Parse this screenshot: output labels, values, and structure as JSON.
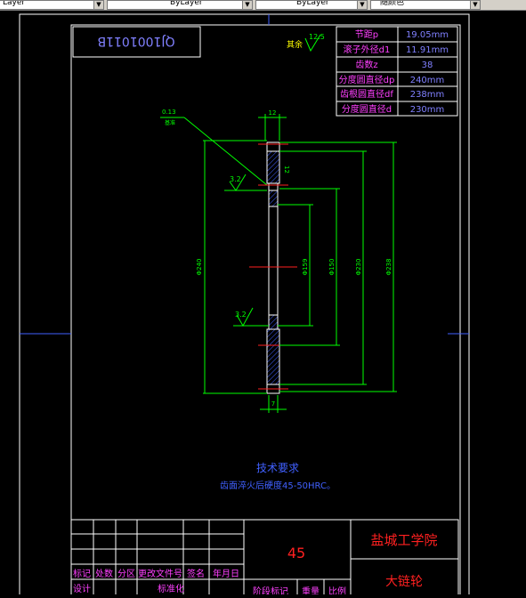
{
  "toolbar": {
    "layer_combo": "Layer",
    "color_combo": "ByLayer",
    "linetype_combo": "ByLayer",
    "lineweight_combo": "随颜色"
  },
  "drawing": {
    "drawing_number": "QJ1001011B",
    "roughness_rest_label": "其余",
    "roughness_rest_value": "12.5",
    "params": [
      {
        "label": "节距p",
        "value": "19.05mm"
      },
      {
        "label": "滚子外径d1",
        "value": "11.91mm"
      },
      {
        "label": "齿数z",
        "value": "38"
      },
      {
        "label": "分度圆直径dp",
        "value": "240mm"
      },
      {
        "label": "齿根圆直径df",
        "value": "238mm"
      },
      {
        "label": "分度圆直径d",
        "value": "230mm"
      }
    ],
    "geo_tol_label": "0.13",
    "geo_tol_ref": "基准",
    "dim_width": "12",
    "dim_hub": "12",
    "dim_bottom": "7",
    "roughness_1": "3.2",
    "roughness_2": "3.2",
    "dia_outer": "Φ240",
    "dia_mid1": "Φ230",
    "dia_mid2": "Φ150",
    "dia_bore": "Φ159",
    "dia_root": "Φ238",
    "tech_title": "技术要求",
    "tech_text": "齿面淬火后硬度45-50HRC。",
    "material": "45",
    "school": "盐城工学院",
    "part_name": "大链轮",
    "tb_labels": [
      "标记",
      "处数",
      "分区",
      "更改文件号",
      "签名",
      "年月日"
    ],
    "tb_row2": [
      "设计",
      "标准化"
    ],
    "tb_stage": [
      "阶段标记",
      "重量",
      "比例"
    ]
  }
}
